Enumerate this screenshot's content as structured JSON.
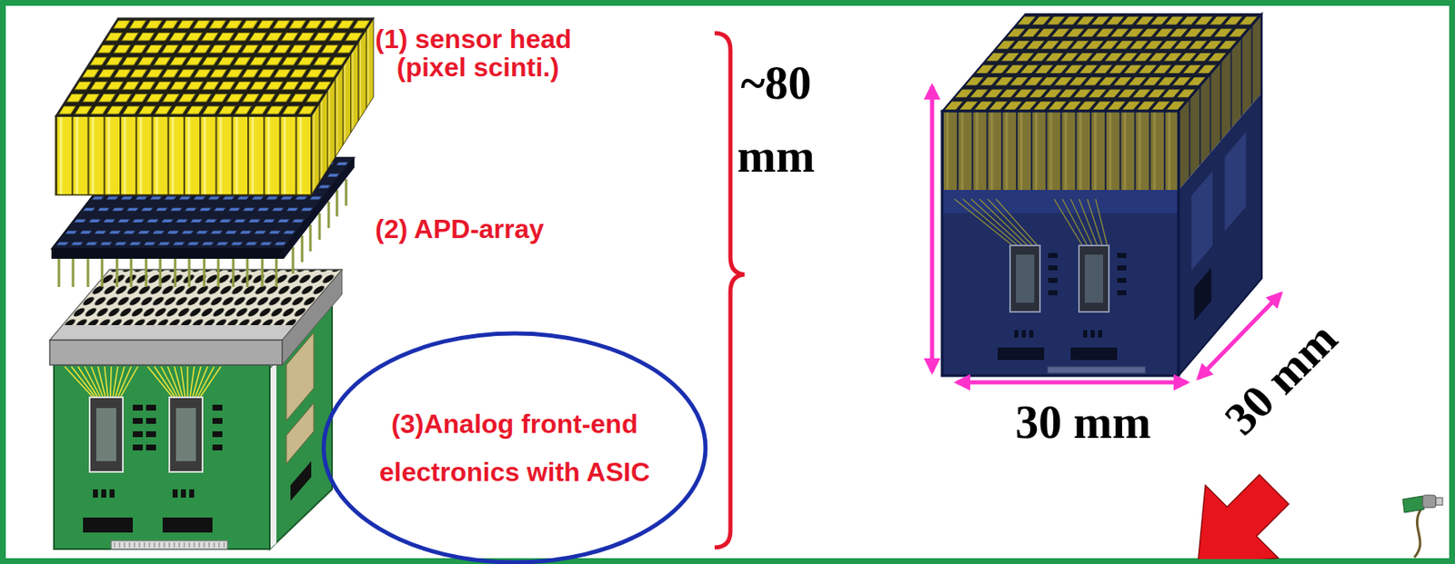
{
  "diagram": {
    "nodes": [
      {
        "text": [
          "(3)Analog front-end electronics with ASIC"
        ]
      }
    ],
    "labels": [
      "(1) sensor head (pixel scinti.)",
      "(2) APD-array",
      "~80 mm",
      "30 mm",
      "30 mm"
    ]
  }
}
